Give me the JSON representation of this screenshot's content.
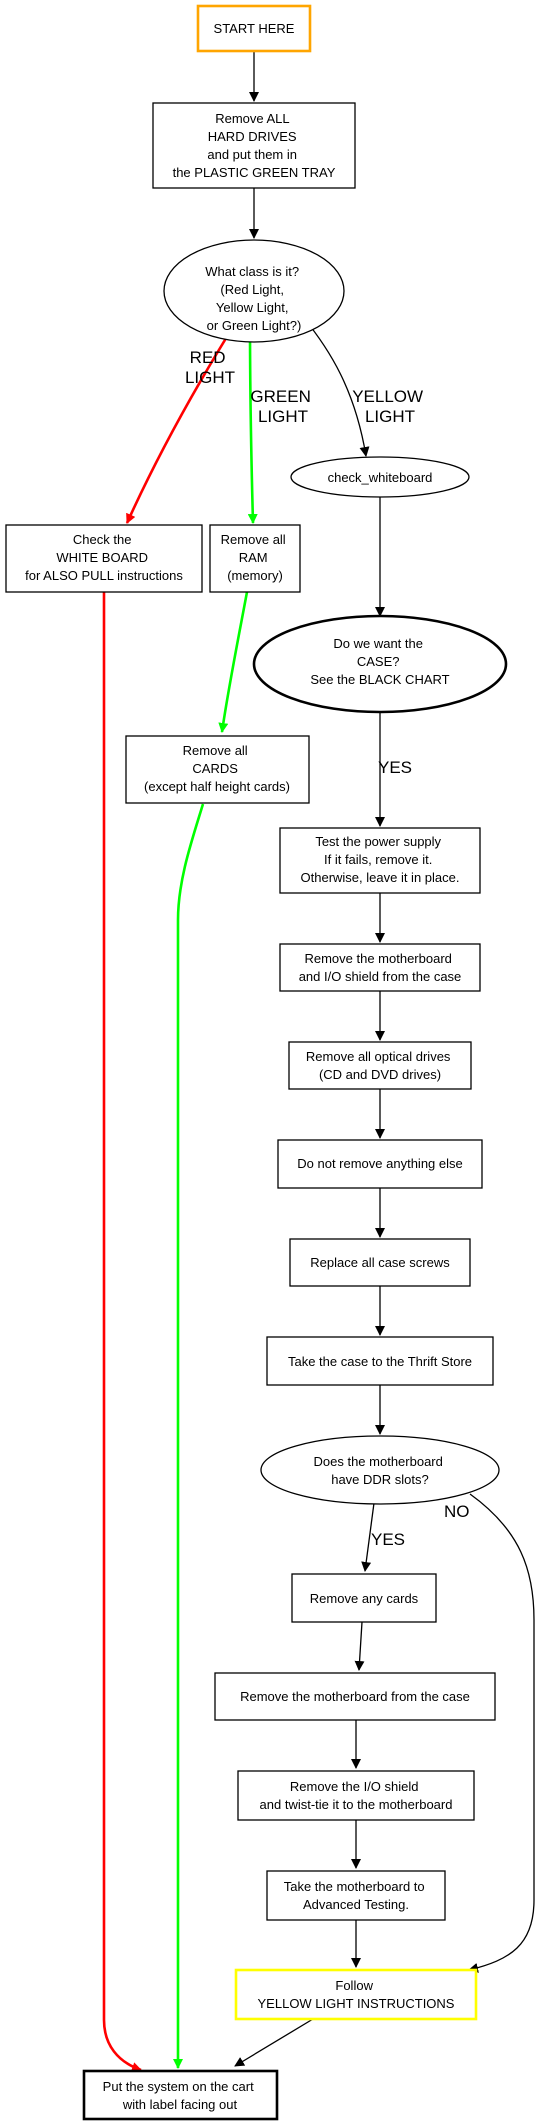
{
  "colors": {
    "start_border": "#FFA500",
    "follow_border": "#FFFF00",
    "red": "#FF0000",
    "green": "#00FF00",
    "black": "#000000"
  },
  "nodes": {
    "start": {
      "lines": [
        "START HERE"
      ]
    },
    "remove_drives": {
      "lines": [
        "Remove ALL",
        "HARD DRIVES",
        "and put them in",
        "the PLASTIC GREEN TRAY"
      ]
    },
    "class": {
      "lines": [
        "What class is it?",
        "(Red Light,",
        "Yellow Light,",
        "or Green Light?)"
      ]
    },
    "check_whiteboard_node": {
      "lines": [
        "check_whiteboard"
      ]
    },
    "check_white_board": {
      "lines": [
        "Check the",
        "WHITE BOARD",
        "for ALSO PULL instructions"
      ]
    },
    "remove_ram": {
      "lines": [
        "Remove all",
        "RAM",
        "(memory)"
      ]
    },
    "want_case": {
      "lines": [
        "Do we want the",
        "CASE?",
        "See the BLACK CHART"
      ]
    },
    "remove_cards": {
      "lines": [
        "Remove all",
        "CARDS",
        "(except half height cards)"
      ]
    },
    "power_supply": {
      "lines": [
        "Test the power supply",
        "If it fails, remove it.",
        "Otherwise, leave it in place."
      ]
    },
    "remove_mobo_shield": {
      "lines": [
        "Remove the motherboard",
        "and I/O shield from the case"
      ]
    },
    "remove_optical": {
      "lines": [
        "Remove all optical drives",
        "(CD and DVD drives)"
      ]
    },
    "do_not_remove": {
      "lines": [
        "Do not remove anything else"
      ]
    },
    "replace_screws": {
      "lines": [
        "Replace all case screws"
      ]
    },
    "thrift_store": {
      "lines": [
        "Take the case to the Thrift Store"
      ]
    },
    "ddr": {
      "lines": [
        "Does the motherboard",
        "have DDR slots?"
      ]
    },
    "remove_any_cards": {
      "lines": [
        "Remove any cards"
      ]
    },
    "remove_mobo": {
      "lines": [
        "Remove the motherboard from the case"
      ]
    },
    "remove_io": {
      "lines": [
        "Remove the I/O shield",
        "and twist-tie it to the motherboard"
      ]
    },
    "advanced_testing": {
      "lines": [
        "Take the motherboard to",
        "Advanced Testing."
      ]
    },
    "follow_yellow": {
      "lines": [
        "Follow",
        "YELLOW LIGHT INSTRUCTIONS"
      ]
    },
    "put_on_cart": {
      "lines": [
        "Put the system on the cart",
        "with label facing out"
      ]
    }
  },
  "edge_labels": {
    "red_light": [
      "RED",
      "LIGHT"
    ],
    "green_light": [
      "GREEN",
      "LIGHT"
    ],
    "yellow_light": [
      "YELLOW",
      "LIGHT"
    ],
    "yes_case": [
      "YES"
    ],
    "yes_ddr": [
      "YES"
    ],
    "no_ddr": [
      "NO"
    ]
  }
}
